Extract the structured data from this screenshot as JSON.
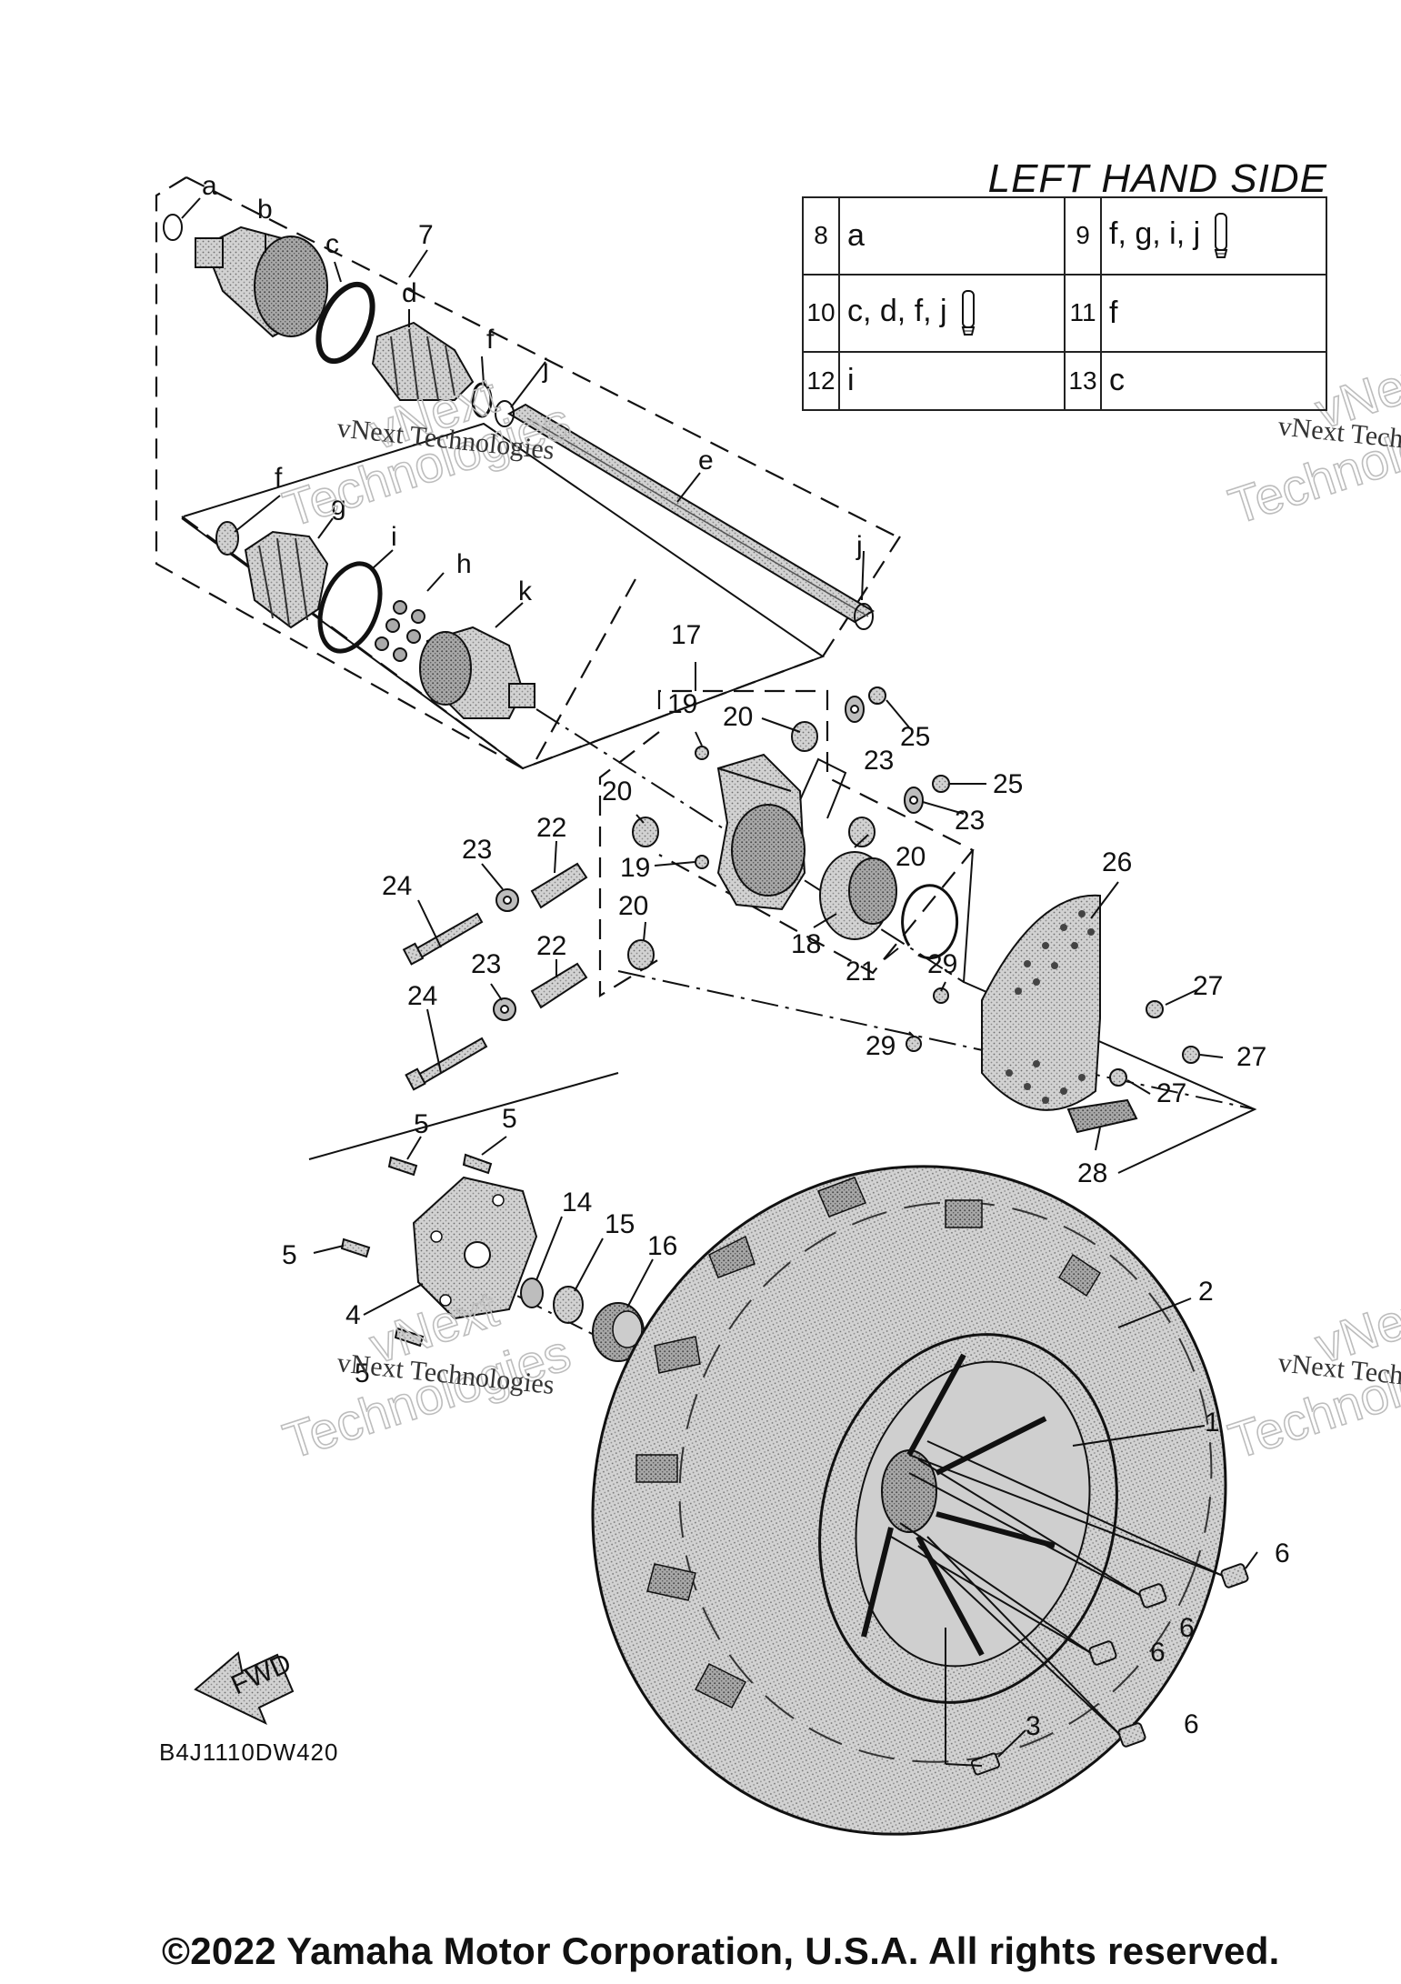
{
  "legend": {
    "title": "LEFT HAND SIDE",
    "rows": [
      [
        {
          "num": "8",
          "parts": "a",
          "tube": false
        },
        {
          "num": "9",
          "parts": "f, g, i, j",
          "tube": true
        }
      ],
      [
        {
          "num": "10",
          "parts": "c, d, f, j",
          "tube": true
        },
        {
          "num": "11",
          "parts": "f",
          "tube": false
        }
      ],
      [
        {
          "num": "12",
          "parts": "i",
          "tube": false
        },
        {
          "num": "13",
          "parts": "c",
          "tube": false
        }
      ]
    ],
    "icon": "grease-tube-icon"
  },
  "watermark": {
    "text": "vNext Technologies",
    "line1": "vNext",
    "line2": "Technologies"
  },
  "callouts": {
    "a": "a",
    "b": "b",
    "c": "c",
    "d": "d",
    "e": "e",
    "f": "f",
    "g": "g",
    "h": "h",
    "i": "i",
    "j": "j",
    "k": "k",
    "n1": "1",
    "n2": "2",
    "n3": "3",
    "n4": "4",
    "n5": "5",
    "n6": "6",
    "n7": "7",
    "n14": "14",
    "n15": "15",
    "n16": "16",
    "n17": "17",
    "n18": "18",
    "n19": "19",
    "n20": "20",
    "n21": "21",
    "n22": "22",
    "n23": "23",
    "n24": "24",
    "n25": "25",
    "n26": "26",
    "n27": "27",
    "n28": "28",
    "n29": "29"
  },
  "fwd_label": "FWD",
  "diagram_code": "B4J1110DW420",
  "copyright": "©2022 Yamaha Motor Corporation, U.S.A. All rights reserved.",
  "colors": {
    "line": "#111111",
    "part_fill": "#c8c8c8",
    "part_dark": "#8a8a8a",
    "watermark": "#bdbdbd"
  }
}
